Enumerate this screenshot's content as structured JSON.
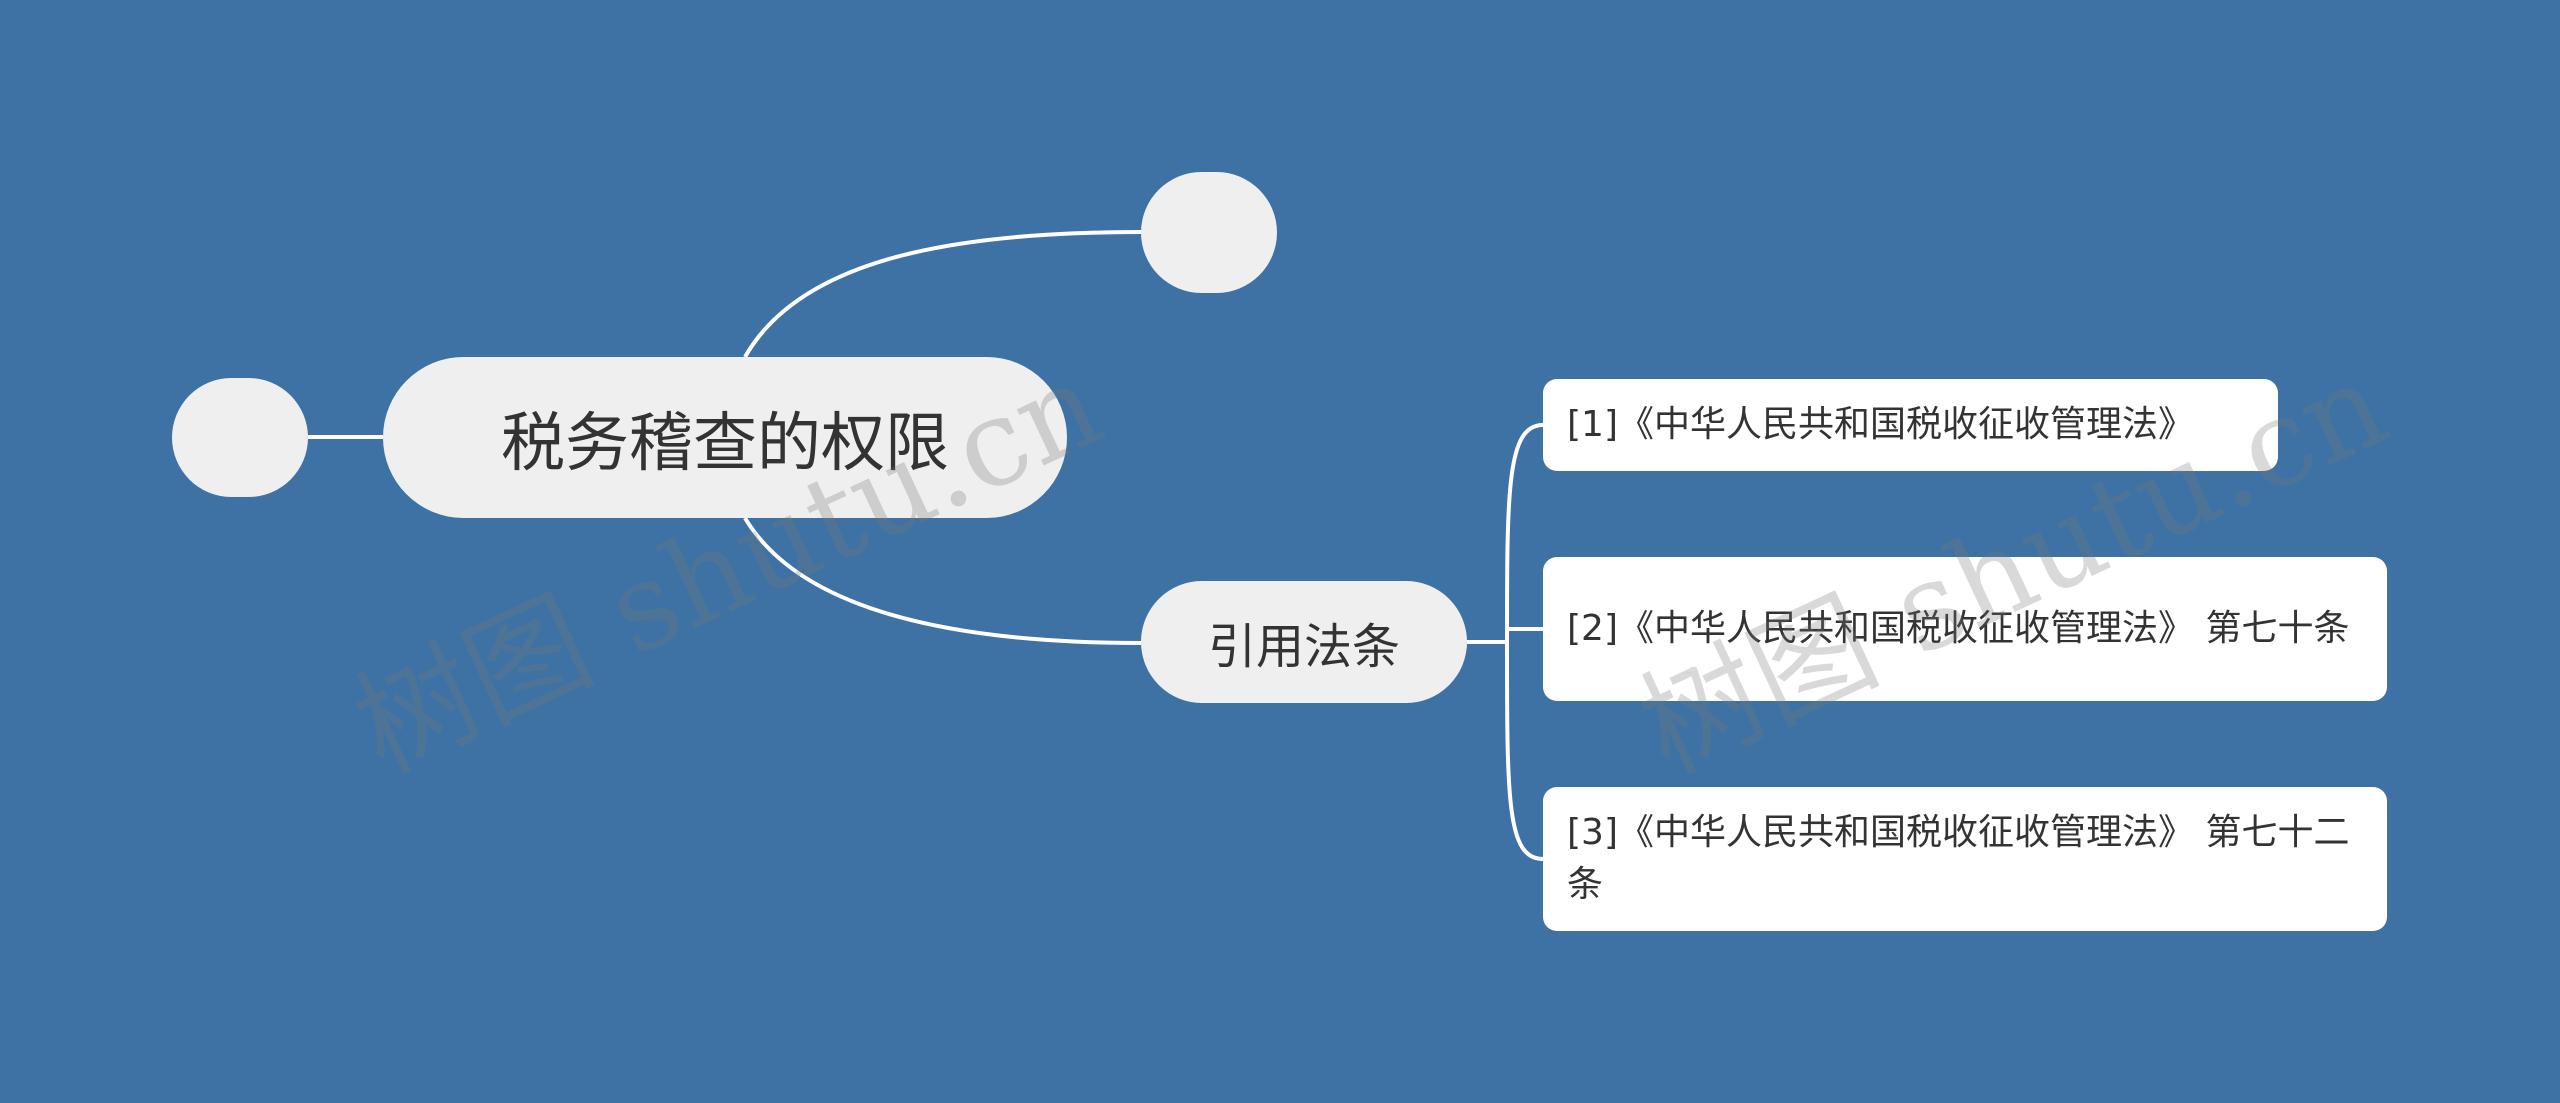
{
  "root": {
    "label": "税务稽查的权限"
  },
  "branch": {
    "label": "引用法条"
  },
  "references": [
    {
      "label": "[1]《中华人民共和国税收征收管理法》"
    },
    {
      "label": "[2]《中华人民共和国税收征收管理法》 第七十条"
    },
    {
      "label": "[3]《中华人民共和国税收征收管理法》 第七十二条"
    }
  ],
  "watermark": {
    "text": "树图 shutu.cn"
  },
  "colors": {
    "background": "#3e72a4",
    "node_fill": "#efefef",
    "leaf_fill": "#ffffff",
    "connector": "#ffffff",
    "text": "#333333"
  }
}
